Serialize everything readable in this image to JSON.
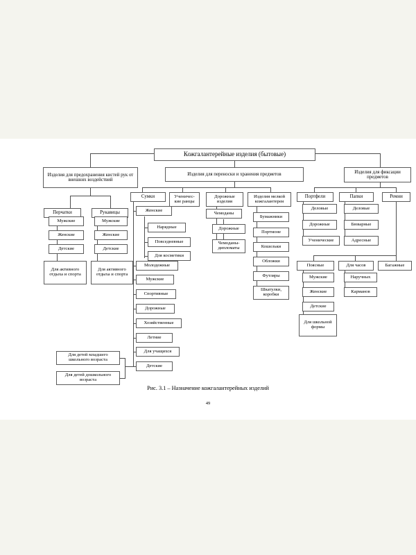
{
  "document": {
    "caption": "Рис. 3.1 – Назначение кожгалантерейных изделий",
    "page_number": "49",
    "background_color": "#f4f4ee",
    "page_color": "#ffffff",
    "box_border_color": "#5a5a5a",
    "connector_color": "#4d4d4d"
  },
  "chart_data": {
    "type": "diagram",
    "title": "Назначение кожгалантерейных изделий",
    "root": "Кожгалантерейные изделия (бытовые)",
    "nodes": [
      {
        "id": "root",
        "label": "Кожгалантерейные изделия (бытовые)",
        "level": 0
      },
      {
        "id": "b1",
        "label": "Изделия для предохранения кистей рук от внешних воздействий",
        "level": 1,
        "parent": "root"
      },
      {
        "id": "b2",
        "label": "Изделия для переноски и хранения предметов",
        "level": 1,
        "parent": "root"
      },
      {
        "id": "b3",
        "label": "Изделия для фиксации предметов",
        "level": 1,
        "parent": "root"
      },
      {
        "id": "g1",
        "label": "Перчатки",
        "level": 2,
        "parent": "b1"
      },
      {
        "id": "g1a",
        "label": "Мужские",
        "level": 3,
        "parent": "g1"
      },
      {
        "id": "g1b",
        "label": "Женские",
        "level": 3,
        "parent": "g1"
      },
      {
        "id": "g1c",
        "label": "Детские",
        "level": 3,
        "parent": "g1"
      },
      {
        "id": "g1d",
        "label": "Для активного отдыха и спорта",
        "level": 3,
        "parent": "g1"
      },
      {
        "id": "g2",
        "label": "Рукавицы",
        "level": 2,
        "parent": "b1"
      },
      {
        "id": "g2a",
        "label": "Мужские",
        "level": 3,
        "parent": "g2"
      },
      {
        "id": "g2b",
        "label": "Женские",
        "level": 3,
        "parent": "g2"
      },
      {
        "id": "g2c",
        "label": "Детские",
        "level": 3,
        "parent": "g2"
      },
      {
        "id": "g2d",
        "label": "Для активного отдыха и спорта",
        "level": 3,
        "parent": "g2"
      },
      {
        "id": "s",
        "label": "Сумки",
        "level": 2,
        "parent": "b2"
      },
      {
        "id": "s1",
        "label": "Женские",
        "level": 3,
        "parent": "s"
      },
      {
        "id": "s1a",
        "label": "Нарядные",
        "level": 4,
        "parent": "s1"
      },
      {
        "id": "s1b",
        "label": "Повседневные",
        "level": 4,
        "parent": "s1"
      },
      {
        "id": "s1c",
        "label": "Для косметики",
        "level": 4,
        "parent": "s1"
      },
      {
        "id": "s2",
        "label": "Молодежные",
        "level": 3,
        "parent": "s"
      },
      {
        "id": "s3",
        "label": "Мужские",
        "level": 3,
        "parent": "s"
      },
      {
        "id": "s4",
        "label": "Спортивные",
        "level": 3,
        "parent": "s"
      },
      {
        "id": "s5",
        "label": "Дорожные",
        "level": 3,
        "parent": "s"
      },
      {
        "id": "s6",
        "label": "Хозяйственные",
        "level": 3,
        "parent": "s"
      },
      {
        "id": "s7",
        "label": "Летние",
        "level": 3,
        "parent": "s"
      },
      {
        "id": "s8",
        "label": "Для учащихся",
        "level": 3,
        "parent": "s"
      },
      {
        "id": "s9",
        "label": "Детские",
        "level": 3,
        "parent": "s"
      },
      {
        "id": "s9a",
        "label": "Для детей младшего школьного возраста",
        "level": 4,
        "parent": "s9"
      },
      {
        "id": "s9b",
        "label": "Для детей дошкольного возраста",
        "level": 4,
        "parent": "s9"
      },
      {
        "id": "u",
        "label": "Ученичес-\nкие ранцы",
        "level": 2,
        "parent": "b2"
      },
      {
        "id": "d",
        "label": "Дорожные изделия",
        "level": 2,
        "parent": "b2"
      },
      {
        "id": "d1",
        "label": "Чемоданы",
        "level": 3,
        "parent": "d"
      },
      {
        "id": "d1a",
        "label": "Дорожные",
        "level": 4,
        "parent": "d1"
      },
      {
        "id": "d1b",
        "label": "Чемоданы-дипломаты",
        "level": 4,
        "parent": "d1"
      },
      {
        "id": "m",
        "label": "Изделия мелкой кожгалантереи",
        "level": 2,
        "parent": "b2"
      },
      {
        "id": "m1",
        "label": "Бумажники",
        "level": 3,
        "parent": "m"
      },
      {
        "id": "m2",
        "label": "Портмоне",
        "level": 3,
        "parent": "m"
      },
      {
        "id": "m3",
        "label": "Кошельки",
        "level": 3,
        "parent": "m"
      },
      {
        "id": "m4",
        "label": "Обложки",
        "level": 3,
        "parent": "m"
      },
      {
        "id": "m5",
        "label": "Футляры",
        "level": 3,
        "parent": "m"
      },
      {
        "id": "m6",
        "label": "Шкатулки, коробки",
        "level": 3,
        "parent": "m"
      },
      {
        "id": "p",
        "label": "Портфели",
        "level": 2,
        "parent": "b3"
      },
      {
        "id": "p1",
        "label": "Деловые",
        "level": 3,
        "parent": "p"
      },
      {
        "id": "p2",
        "label": "Дорожные",
        "level": 3,
        "parent": "p"
      },
      {
        "id": "p3",
        "label": "Ученические",
        "level": 3,
        "parent": "p"
      },
      {
        "id": "f",
        "label": "Папки",
        "level": 2,
        "parent": "b3"
      },
      {
        "id": "f1",
        "label": "Деловые",
        "level": 3,
        "parent": "f"
      },
      {
        "id": "f2",
        "label": "Бюварные",
        "level": 3,
        "parent": "f"
      },
      {
        "id": "f3",
        "label": "Адресные",
        "level": 3,
        "parent": "f"
      },
      {
        "id": "r",
        "label": "Ремни",
        "level": 2,
        "parent": "b3"
      },
      {
        "id": "r1",
        "label": "Поясные",
        "level": 3,
        "parent": "r"
      },
      {
        "id": "r1a",
        "label": "Мужские",
        "level": 4,
        "parent": "r1"
      },
      {
        "id": "r1b",
        "label": "Женские",
        "level": 4,
        "parent": "r1"
      },
      {
        "id": "r1c",
        "label": "Детские",
        "level": 4,
        "parent": "r1"
      },
      {
        "id": "r1d",
        "label": "Для школьной формы",
        "level": 4,
        "parent": "r1"
      },
      {
        "id": "r2",
        "label": "Для часов",
        "level": 3,
        "parent": "r"
      },
      {
        "id": "r2a",
        "label": "Наручных",
        "level": 4,
        "parent": "r2"
      },
      {
        "id": "r2b",
        "label": "Карманов",
        "level": 4,
        "parent": "r2"
      },
      {
        "id": "r3",
        "label": "Багажные",
        "level": 3,
        "parent": "r"
      }
    ]
  },
  "boxes": {
    "root": "Кожгалантерейные изделия (бытовые)",
    "b1": "Изделия для предохранения кистей рук от внешних воздействий",
    "b2": "Изделия для переноски и хранения предметов",
    "b3": "Изделия для фиксации предметов",
    "g1": "Перчатки",
    "g1a": "Мужские",
    "g1b": "Женские",
    "g1c": "Детские",
    "g1d": "Для активного отдыха и спорта",
    "g2": "Рукавицы",
    "g2a": "Мужские",
    "g2b": "Женские",
    "g2c": "Детские",
    "g2d": "Для активного отдыха и спорта",
    "s": "Сумки",
    "s1": "Женские",
    "s1a": "Нарядные",
    "s1b": "Повседневные",
    "s1c": "Для косметики",
    "s2": "Молодежные",
    "s3": "Мужские",
    "s4": "Спортивные",
    "s5": "Дорожные",
    "s6": "Хозяйственные",
    "s7": "Летние",
    "s8": "Для учащихся",
    "s9": "Детские",
    "s9a": "Для детей младшего школьного возраста",
    "s9b": "Для детей дошкольного возраста",
    "u": "Ученичес-\nкие ранцы",
    "d": "Дорожные изделия",
    "d1": "Чемоданы",
    "d1a": "Дорожные",
    "d1b": "Чемоданы-дипломаты",
    "m": "Изделия мелкой кожгалантереи",
    "m1": "Бумажники",
    "m2": "Портмоне",
    "m3": "Кошельки",
    "m4": "Обложки",
    "m5": "Футляры",
    "m6": "Шкатулки, коробки",
    "p": "Портфели",
    "p1": "Деловые",
    "p2": "Дорожные",
    "p3": "Ученические",
    "f": "Папки",
    "f1": "Деловые",
    "f2": "Бюварные",
    "f3": "Адресные",
    "r": "Ремни",
    "r1": "Поясные",
    "r1a": "Мужские",
    "r1b": "Женские",
    "r1c": "Детские",
    "r1d": "Для школьной формы",
    "r2": "Для часов",
    "r2a": "Наручных",
    "r2b": "Карманов",
    "r3": "Багажные"
  }
}
